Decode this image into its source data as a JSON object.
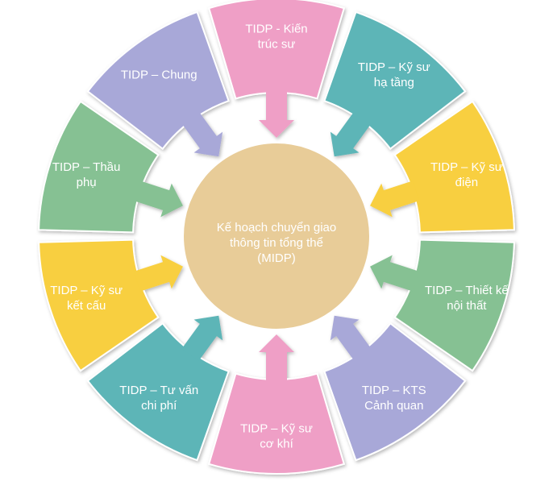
{
  "center": {
    "lines": [
      "Kế hoạch chuyển giao",
      "thông tin tổng thể",
      "(MIDP)"
    ],
    "color": "#e8cc98"
  },
  "segments": [
    {
      "lines": [
        "TIDP - Kiến",
        "trúc sư"
      ],
      "color": "#ef9fc6",
      "arrow": true
    },
    {
      "lines": [
        "TIDP – Kỹ sư",
        "hạ tầng"
      ],
      "color": "#5db5b7",
      "arrow": true
    },
    {
      "lines": [
        "TIDP – Kỹ sư",
        "điện"
      ],
      "color": "#f8cf3f",
      "arrow": true
    },
    {
      "lines": [
        "TIDP – Thiết kế",
        "nội thất"
      ],
      "color": "#86c193",
      "arrow": true
    },
    {
      "lines": [
        "TIDP – KTS",
        "Cảnh quan"
      ],
      "color": "#a8a8d8",
      "arrow": true
    },
    {
      "lines": [
        "TIDP – Kỹ sư",
        "cơ khí"
      ],
      "color": "#ef9fc6",
      "arrow": true
    },
    {
      "lines": [
        "TIDP – Tư vấn",
        "chi phí"
      ],
      "color": "#5db5b7",
      "arrow": true
    },
    {
      "lines": [
        "TIDP – Kỹ sư",
        "kết cấu"
      ],
      "color": "#f8cf3f",
      "arrow": true
    },
    {
      "lines": [
        "TIDP – Thầu",
        "phụ"
      ],
      "color": "#86c193",
      "arrow": true
    },
    {
      "lines": [
        "TIDP – Chung"
      ],
      "color": "#a8a8d8",
      "arrow": true
    }
  ]
}
